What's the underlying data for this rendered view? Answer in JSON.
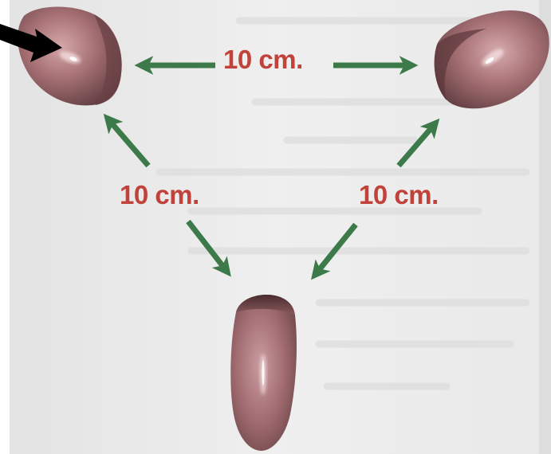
{
  "labels": {
    "top": "10 cm.",
    "left": "10 cm.",
    "right": "10 cm."
  },
  "objects": [
    {
      "name": "seed-top-left"
    },
    {
      "name": "seed-top-right"
    },
    {
      "name": "seed-bottom"
    }
  ],
  "icons": {
    "pointer": "black-arrow-icon",
    "distance": "green-double-arrow-icon"
  },
  "colors": {
    "label_text": "#c0423a",
    "distance_arrow": "#3d7a4a",
    "pointer_arrow": "#000000",
    "seed": "#9a6a6e",
    "background": "#eeeeee"
  }
}
